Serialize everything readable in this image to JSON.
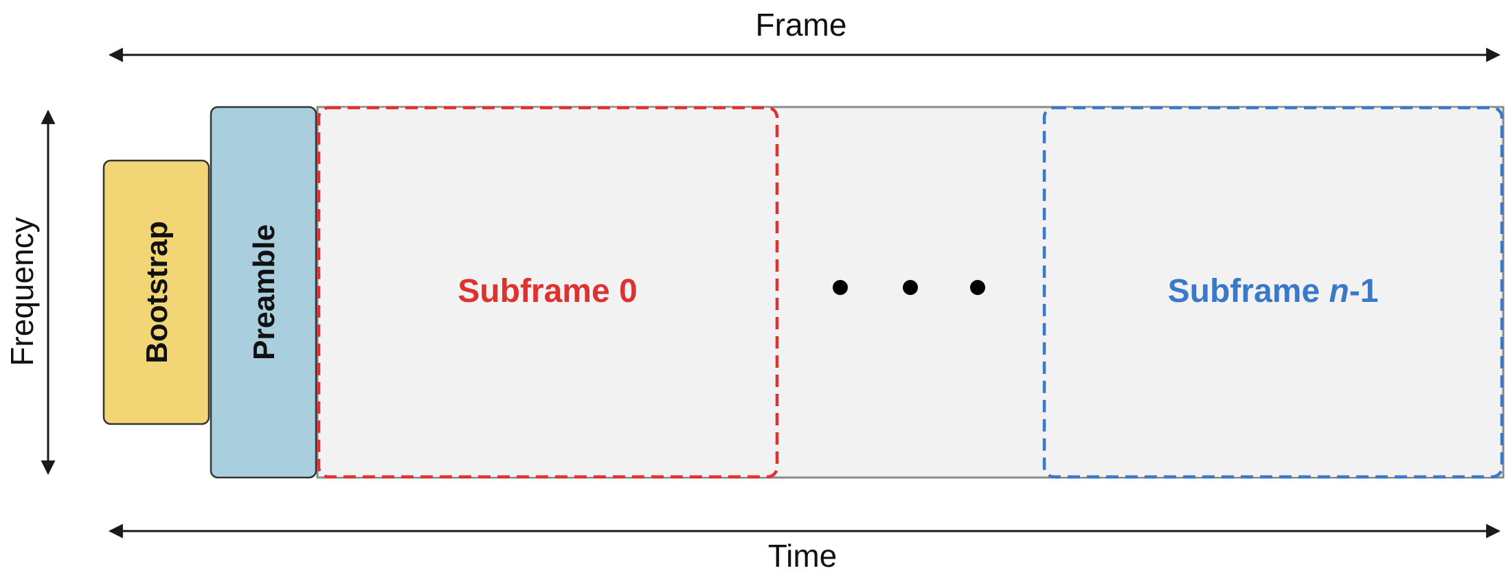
{
  "frame_label": "Frame",
  "time_label": "Time",
  "frequency_label": "Frequency",
  "bootstrap_label": "Bootstrap",
  "preamble_label": "Preamble",
  "subframe0_label": "Subframe 0",
  "subframe_last": {
    "prefix": "Subframe ",
    "variable": "n",
    "suffix": "-1"
  },
  "colors": {
    "bootstrap_fill": "#f2d675",
    "preamble_fill": "#a9cedd",
    "subframe_area_fill": "#f2f2f2",
    "subframe0_accent": "#e03131",
    "subframe_last_accent": "#3a78c9",
    "text": "#111111",
    "arrow": "#1a1a1a"
  },
  "icons": {
    "ellipsis": "three-dots-icon"
  }
}
